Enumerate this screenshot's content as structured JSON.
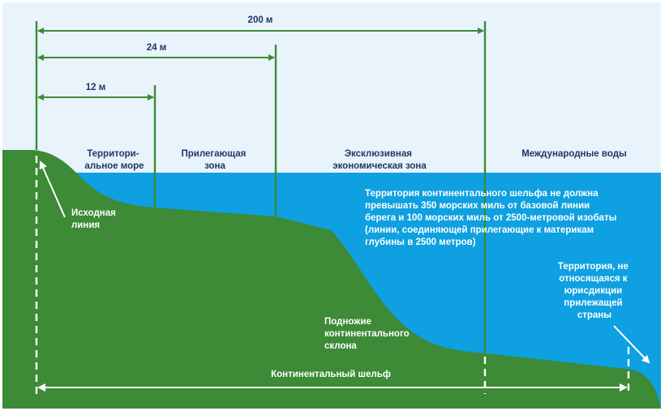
{
  "distances": {
    "d200": "200 м",
    "d24": "24 м",
    "d12": "12 м"
  },
  "zones": {
    "territorial": [
      "Территори-",
      "альное море"
    ],
    "contiguous": [
      "Прилегающая",
      "зона"
    ],
    "eez": [
      "Эксклюзивная",
      "экономическая зона"
    ],
    "international": "Международные воды"
  },
  "baseline": [
    "Исходная",
    "линия"
  ],
  "shelf_note": [
    "Территория континентального шельфа не должна",
    "превышать 350 морских миль от базовой линии",
    "берега и 100 морских миль от 2500-метровой изобаты",
    "(линии, соединяющей прилегающие к материкам",
    "глубины в 2500 метров)"
  ],
  "area_note": [
    "Территория, не",
    "относящаяся к",
    "юрисдикции",
    "прилежащей",
    "страны"
  ],
  "slope_foot": [
    "Подножие",
    "континентального",
    "склона"
  ],
  "shelf_label": "Континентальный шельф",
  "colors": {
    "sky": "#e9f3fb",
    "sea": "#0ea0e0",
    "land": "#3d8a37",
    "line": "#3d8a37",
    "text_dark": "#1f3864",
    "text_light": "#ffffff"
  }
}
